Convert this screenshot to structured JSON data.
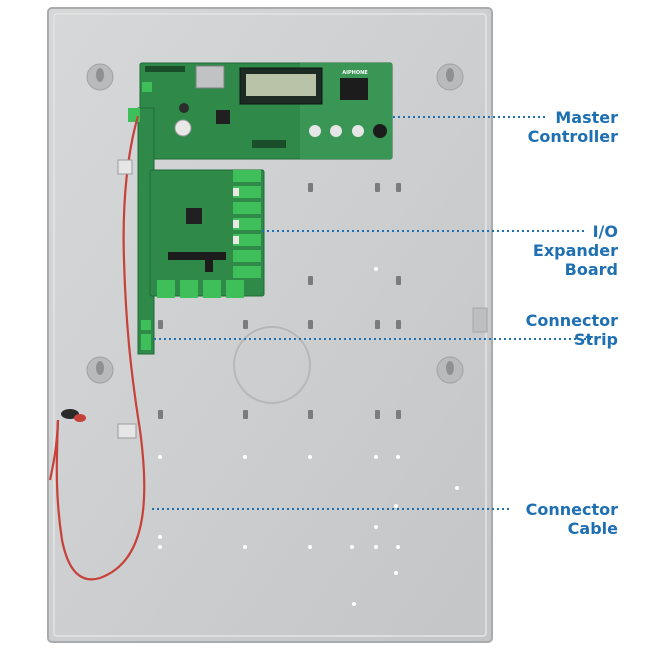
{
  "colors": {
    "enclosure": "#cfd1d2",
    "enclosure_edge": "#b3b5b7",
    "pcb": "#2f8a4a",
    "pcb_dark": "#1f6a36",
    "terminal": "#3fbf5a",
    "cable": "#c8403a",
    "callout": "#1f6fb3"
  },
  "callouts": [
    {
      "id": "master-controller",
      "lines": [
        "Master",
        "Controller"
      ]
    },
    {
      "id": "io-expander-board",
      "lines": [
        "I/O",
        "Expander",
        "Board"
      ]
    },
    {
      "id": "connector-strip",
      "lines": [
        "Connector",
        "Strip"
      ]
    },
    {
      "id": "connector-cable",
      "lines": [
        "Connector",
        "Cable"
      ]
    }
  ],
  "board_marks": {
    "display_brand": "AIPHONE"
  }
}
